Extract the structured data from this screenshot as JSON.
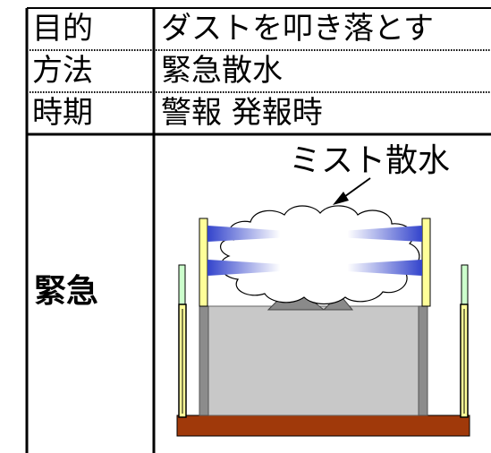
{
  "rows": [
    {
      "label": "目的",
      "value": "ダストを叩き落とす"
    },
    {
      "label": "方法",
      "value": "緊急散水"
    },
    {
      "label": "時期",
      "value": "警報 発報時"
    }
  ],
  "section_label": "緊急",
  "diagram": {
    "mist_label": "ミスト散水"
  },
  "colors": {
    "ground": "#a0390a",
    "pit_fill": "#c8c8c8",
    "wall": "#8c8c8c",
    "pole_yellow": "#ffff99",
    "pole_green": "#ccffcc",
    "mist_blue": "#3344cc"
  }
}
